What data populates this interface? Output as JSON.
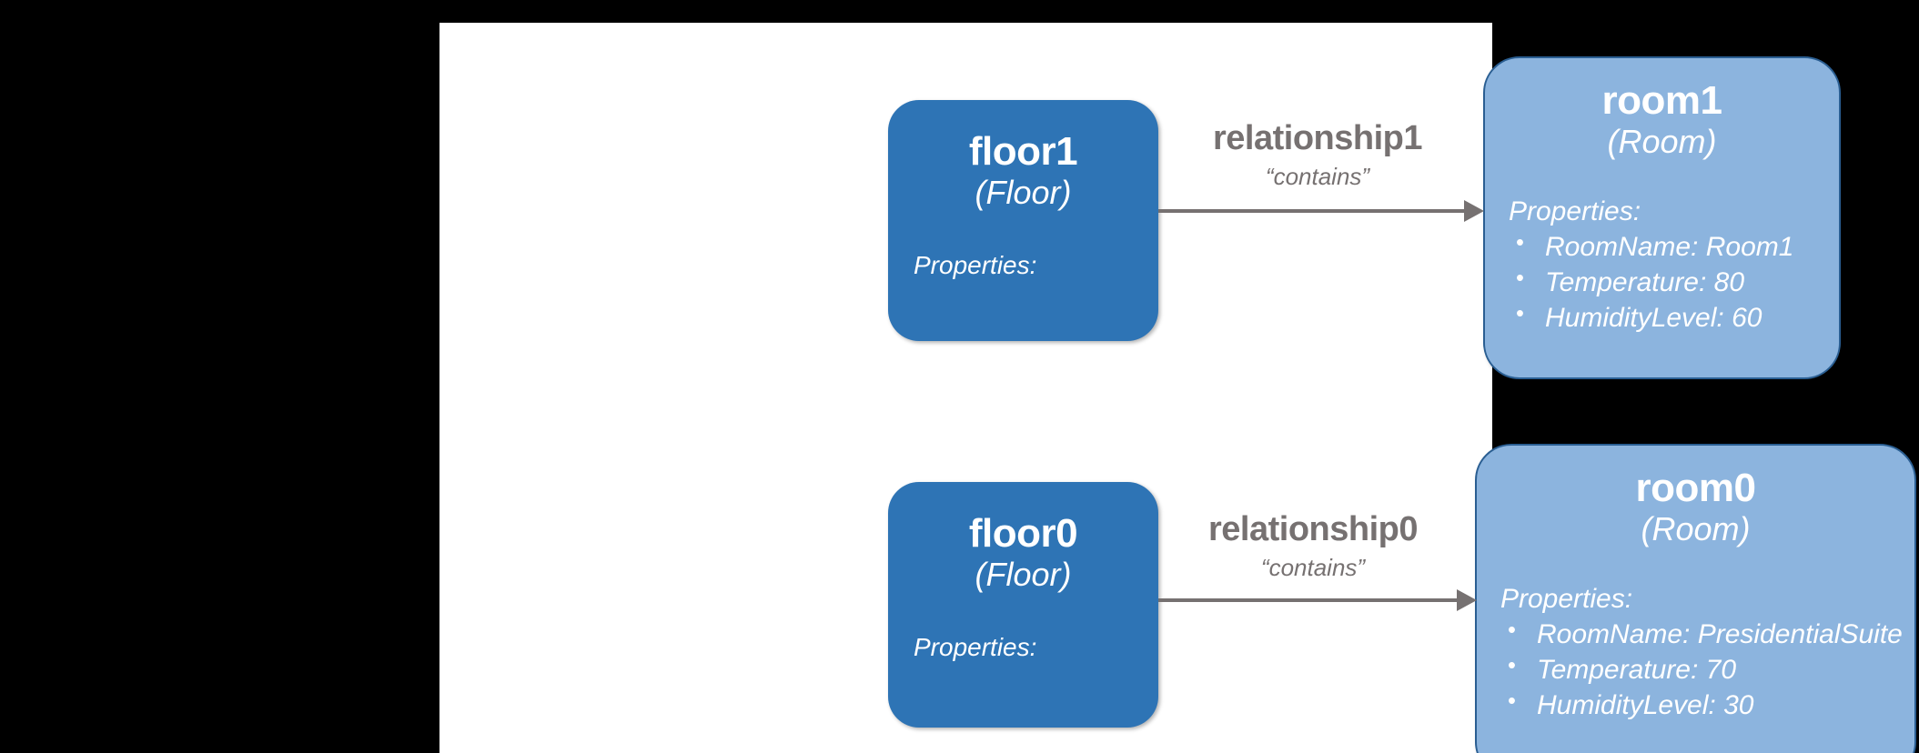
{
  "canvas": {
    "background": "#ffffff",
    "page_background": "#000000"
  },
  "colors": {
    "floor_fill": "#2E74B5",
    "room_fill": "#8CB4DE",
    "room_border": "#2A5E92",
    "edge_gray": "#767171",
    "node_text": "#FFFFFF"
  },
  "nodes": [
    {
      "id": "floor1",
      "title": "floor1",
      "type": "(Floor)",
      "properties_label": "Properties:",
      "properties": []
    },
    {
      "id": "room1",
      "title": "room1",
      "type": "(Room)",
      "properties_label": "Properties:",
      "properties": [
        "RoomName: Room1",
        "Temperature: 80",
        "HumidityLevel: 60"
      ]
    },
    {
      "id": "floor0",
      "title": "floor0",
      "type": "(Floor)",
      "properties_label": "Properties:",
      "properties": []
    },
    {
      "id": "room0",
      "title": "room0",
      "type": "(Room)",
      "properties_label": "Properties:",
      "properties": [
        "RoomName: PresidentialSuite",
        "Temperature: 70",
        "HumidityLevel: 30"
      ]
    }
  ],
  "edges": [
    {
      "id": "relationship1",
      "name": "relationship1",
      "verb": "“contains”",
      "source": "floor1",
      "target": "room1"
    },
    {
      "id": "relationship0",
      "name": "relationship0",
      "verb": "“contains”",
      "source": "floor0",
      "target": "room0"
    }
  ]
}
